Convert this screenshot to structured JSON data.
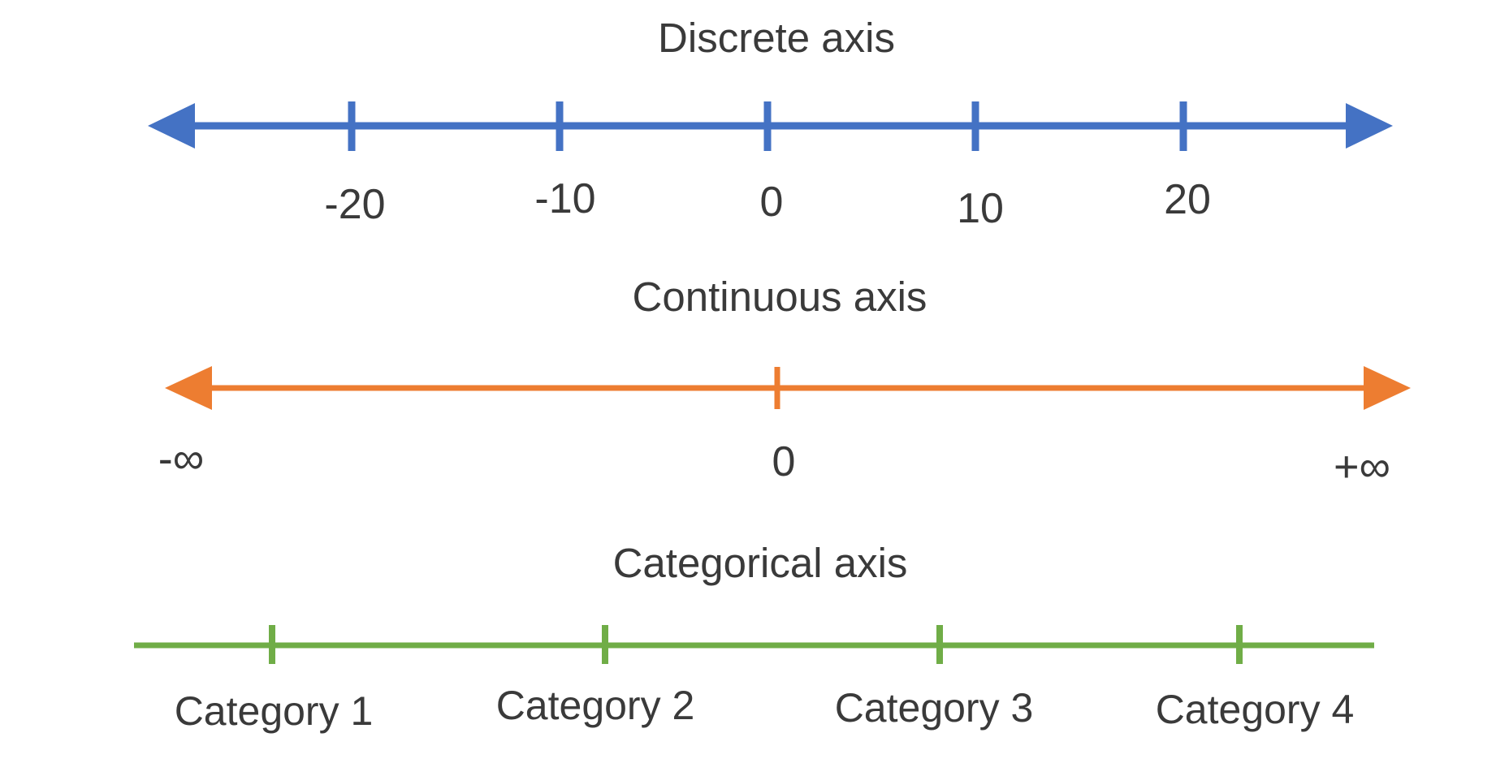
{
  "figure": {
    "background": "#ffffff",
    "text_color": "#3a3a3a"
  },
  "axes": [
    {
      "title": "Discrete axis",
      "color": "#4472C4",
      "style": "double-arrow-line",
      "tick_labels": [
        "-20",
        "-10",
        "0",
        "10",
        "20"
      ]
    },
    {
      "title": "Continuous axis",
      "color": "#ED7D31",
      "style": "double-arrow-line",
      "tick_labels": [
        "0"
      ],
      "left_end_label": "-∞",
      "right_end_label": "+∞"
    },
    {
      "title": "Categorical axis",
      "color": "#70AD47",
      "style": "plain-line",
      "tick_labels": [
        "Category 1",
        "Category 2",
        "Category 3",
        "Category 4"
      ]
    }
  ]
}
